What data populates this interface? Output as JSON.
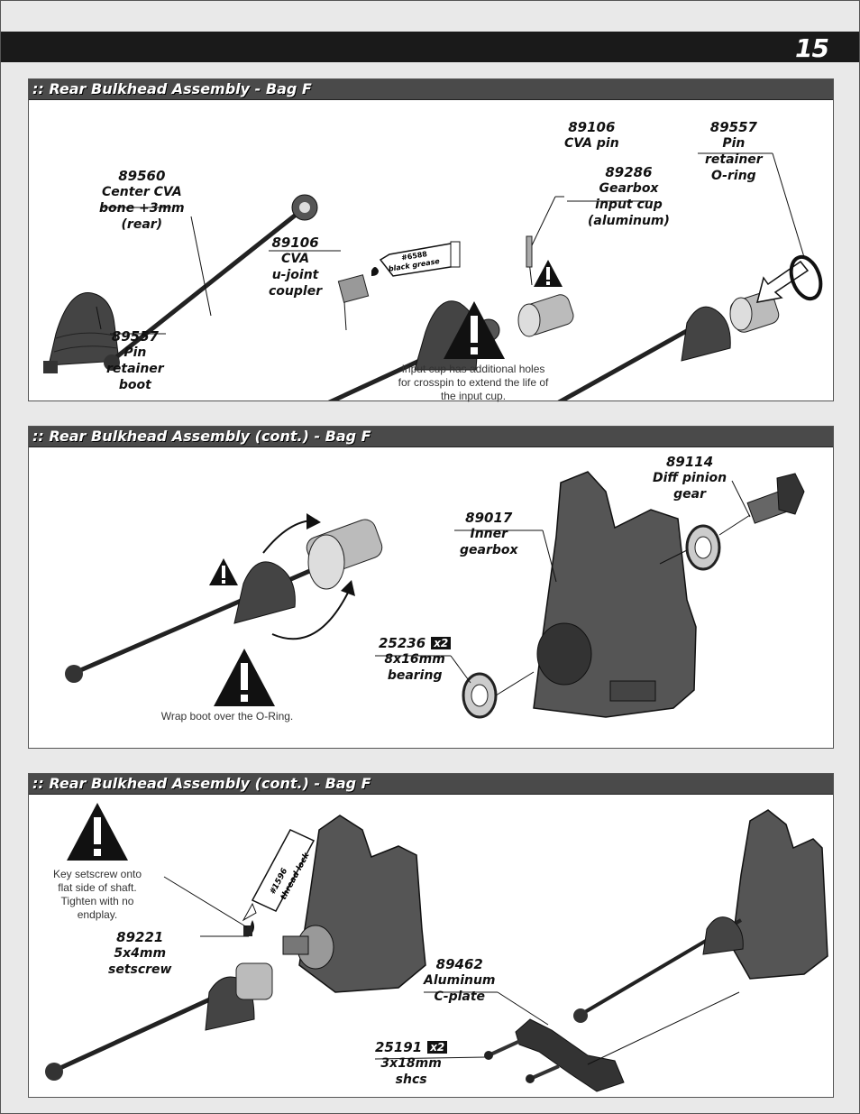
{
  "page_number": "15",
  "sections": [
    {
      "title": ":: Rear Bulkhead Assembly - Bag F",
      "parts": [
        {
          "pn": "89560",
          "desc": [
            "Center CVA",
            "bone +3mm",
            "(rear)"
          ]
        },
        {
          "pn": "89557",
          "desc": [
            "Pin",
            "retainer",
            "boot"
          ]
        },
        {
          "pn": "89106",
          "desc": [
            "CVA",
            "u-joint",
            "coupler"
          ]
        },
        {
          "pn": "89106",
          "desc": [
            "CVA pin"
          ]
        },
        {
          "pn": "89286",
          "desc": [
            "Gearbox",
            "input cup",
            "(aluminum)"
          ]
        },
        {
          "pn": "89557",
          "desc": [
            "Pin",
            "retainer",
            "O-ring"
          ]
        }
      ],
      "tube_text": [
        "#6588",
        "black grease"
      ],
      "note": [
        "Input cup has additional holes",
        "for crosspin to extend the life of",
        "the input cup."
      ]
    },
    {
      "title": ":: Rear Bulkhead Assembly (cont.) - Bag F",
      "parts": [
        {
          "pn": "89114",
          "desc": [
            "Diff pinion",
            "gear"
          ]
        },
        {
          "pn": "89017",
          "desc": [
            "Inner",
            "gearbox"
          ]
        },
        {
          "pn": "25236",
          "qty": "x2",
          "desc": [
            "8x16mm",
            "bearing"
          ]
        }
      ],
      "note": [
        "Wrap boot over the O-Ring."
      ]
    },
    {
      "title": ":: Rear Bulkhead Assembly (cont.) - Bag F",
      "parts": [
        {
          "pn": "89221",
          "desc": [
            "5x4mm",
            "setscrew"
          ]
        },
        {
          "pn": "89462",
          "desc": [
            "Aluminum",
            "C-plate"
          ]
        },
        {
          "pn": "25191",
          "qty": "x2",
          "desc": [
            "3x18mm",
            "shcs"
          ]
        }
      ],
      "tube_text": [
        "#1596",
        "thread lock"
      ],
      "note": [
        "Key setscrew onto",
        "flat side of shaft.",
        "Tighten with no",
        "endplay."
      ]
    }
  ]
}
